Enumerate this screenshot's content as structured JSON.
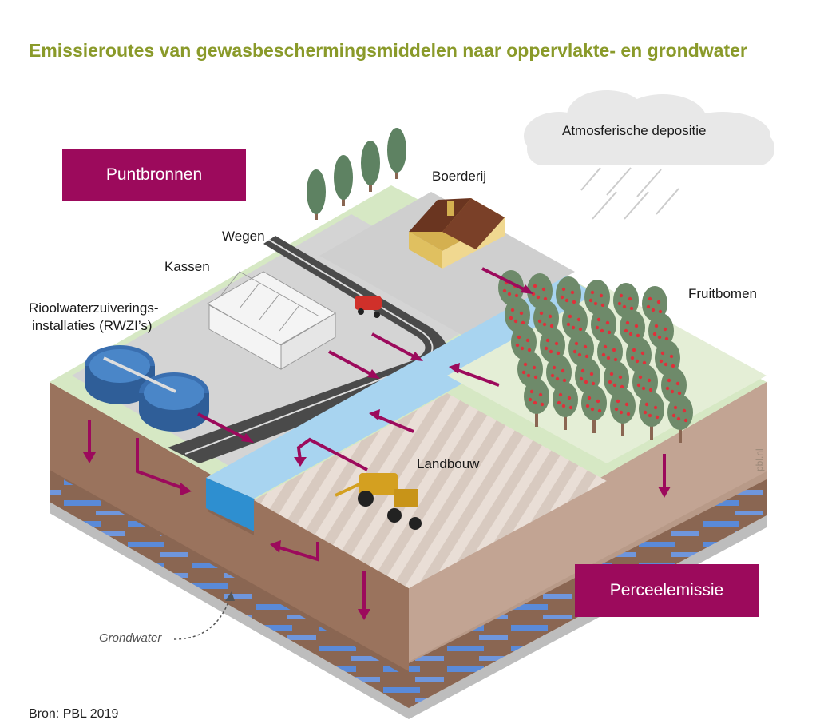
{
  "title": "Emissieroutes van gewasbeschermingsmiddelen naar oppervlakte- en grondwater",
  "boxes": {
    "puntbronnen": "Puntbronnen",
    "perceelemissie": "Perceelemissie"
  },
  "labels": {
    "atmosferische_depositie": "Atmosferische depositie",
    "boerderij": "Boerderij",
    "wegen": "Wegen",
    "kassen": "Kassen",
    "rwzi_line1": "Rioolwaterzuiverings-",
    "rwzi_line2": "installaties (RWZI’s)",
    "fruitbomen": "Fruitbomen",
    "landbouw": "Landbouw",
    "grondwater": "Grondwater"
  },
  "source": "Bron: PBL 2019",
  "watermark": "pbl.nl",
  "colors": {
    "title": "#8a9a2a",
    "box": "#9c0a5c",
    "arrow": "#9c0a5c",
    "water": "#a8d4f0",
    "groundwater_stripe": "#5a8ad8",
    "soil": "#8c6a55",
    "grass": "#d6e8c4"
  }
}
